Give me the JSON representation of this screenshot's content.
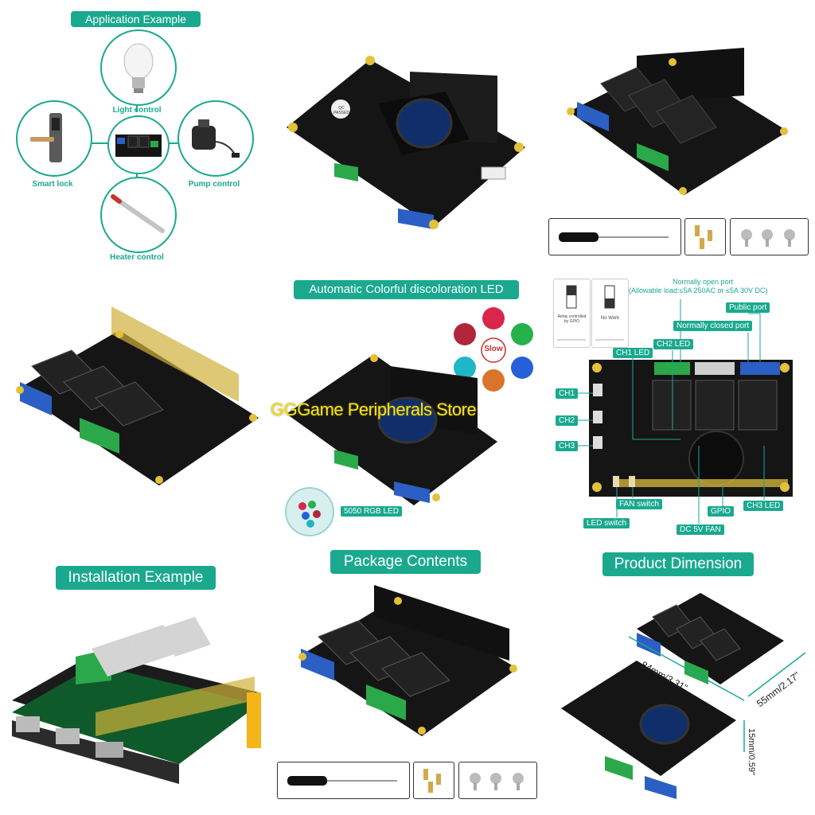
{
  "sections": {
    "application": "Application Example",
    "led": "Automatic Colorful discoloration LED",
    "installation": "Installation Example",
    "package": "Package Contents",
    "dimension": "Product Dimension"
  },
  "application_items": {
    "light": "Light control",
    "lock": "Smart lock",
    "pump": "Pump control",
    "heater": "Heater control"
  },
  "led_panel": {
    "slow": "Slow",
    "rgb_label": "5050 RGB LED"
  },
  "board_labels": {
    "no_port": "Normally open port",
    "no_port_load": "(Allowable load:≤5A 250AC or ≤5A 30V DC)",
    "public_port": "Public port",
    "nc_port": "Normally closed port",
    "ch1_led": "CH1 LED",
    "ch2_led": "CH2 LED",
    "ch1": "CH1",
    "ch2": "CH2",
    "ch3": "CH3",
    "fan_switch": "FAN switch",
    "gpio": "GPIO",
    "ch3_led": "CH3 LED",
    "led_switch": "LED switch",
    "dc_fan": "DC 5V FAN",
    "relay_controlled": "Relay controlled by GPIO",
    "no_work": "No Work"
  },
  "dimensions": {
    "length": "84mm/3.31\"",
    "width": "55mm/2.17\"",
    "height": "15mm/0.59\""
  },
  "fan_text": "QC PASSED",
  "watermark": "GGGame Peripherals Store",
  "colors": {
    "accent": "#1aa98f",
    "board": "#151515",
    "terminal_blue": "#2c5fc4",
    "terminal_green": "#2aa84a",
    "relay": "#222222",
    "gold": "#e3c13a"
  },
  "led_colors": [
    "#d9264b",
    "#27b14a",
    "#2560d8",
    "#d9742b",
    "#1fb6c7",
    "#b1263b"
  ]
}
